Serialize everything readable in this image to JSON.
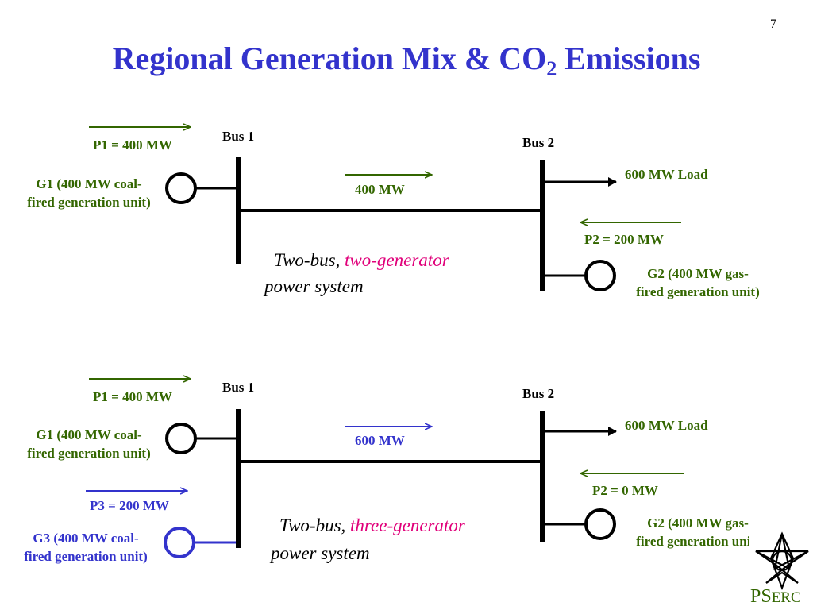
{
  "slide": {
    "number": "7",
    "title_main": "Regional Generation Mix & CO",
    "title_sub": "2",
    "title_end": " Emissions"
  },
  "top": {
    "bus1": "Bus 1",
    "bus2": "Bus 2",
    "p1": "P1 = 400 MW",
    "g1_line1": "G1 (400 MW coal-",
    "g1_line2": "fired generation unit)",
    "flow": "400 MW",
    "load": "600 MW Load",
    "p2": "P2 = 200 MW",
    "g2_line1": "G2 (400 MW gas-",
    "g2_line2": "fired generation unit)",
    "caption_a": "Two-bus, ",
    "caption_hl": "two-generator",
    "caption_b": "power system"
  },
  "bottom": {
    "bus1": "Bus 1",
    "bus2": "Bus 2",
    "p1": "P1 = 400 MW",
    "g1_line1": "G1 (400 MW coal-",
    "g1_line2": "fired generation unit)",
    "flow": "600 MW",
    "p3": "P3 = 200 MW",
    "g3_line1": "G3 (400 MW coal-",
    "g3_line2": "fired generation unit)",
    "load": "600 MW Load",
    "p2": "P2 = 0 MW",
    "g2_line1": "G2 (400 MW gas-",
    "g2_line2": "fired generation unit)",
    "caption_a": "Two-bus, ",
    "caption_hl": "three-generator",
    "caption_b": "power system"
  },
  "logo": {
    "text_a": "PS",
    "text_b": "ERC"
  },
  "colors": {
    "title": "#3333cc",
    "green": "#336600",
    "blue": "#3333cc",
    "highlight": "#e0007a"
  },
  "icons": [
    "right-arrow-icon",
    "left-arrow-icon",
    "generator-circle-icon",
    "pserc-star-logo-icon"
  ]
}
